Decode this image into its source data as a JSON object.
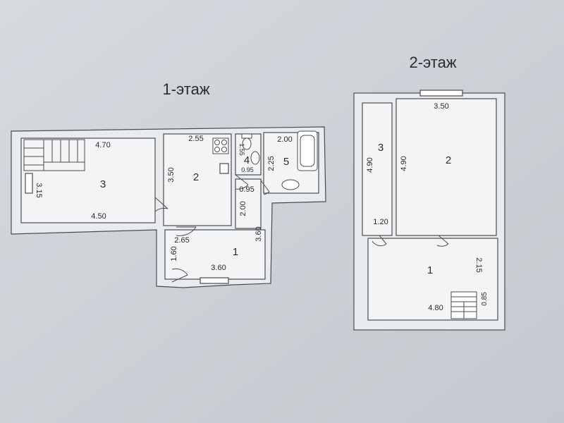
{
  "floor1": {
    "title": "1-этаж",
    "rooms": [
      {
        "label": "3",
        "width": "4.70",
        "bottom": "4.50",
        "height": "3.15"
      },
      {
        "label": "2",
        "top": "2.55",
        "side": "3.50"
      },
      {
        "label": "4",
        "side": "1.55",
        "bottom": "0.95"
      },
      {
        "label": "5",
        "top": "2.00",
        "side": "2.25"
      },
      {
        "label": "1",
        "top": "2.65",
        "bottom": "3.60",
        "left": "1.60",
        "right": "3.60"
      }
    ],
    "extra": {
      "corr_w": "0.95",
      "corr_h": "2.00"
    }
  },
  "floor2": {
    "title": "2-этаж",
    "rooms": [
      {
        "label": "3",
        "side": "4.90"
      },
      {
        "label": "2",
        "top": "3.50",
        "side": "4.90"
      },
      {
        "label": "1",
        "bottom": "4.80",
        "side": "2.15",
        "stair": "0.85",
        "left": "1.20"
      }
    ]
  },
  "colors": {
    "paper": "#cfd4da",
    "wall": "#e9ecef",
    "line": "#4a4c50",
    "text": "#2a2c30"
  }
}
